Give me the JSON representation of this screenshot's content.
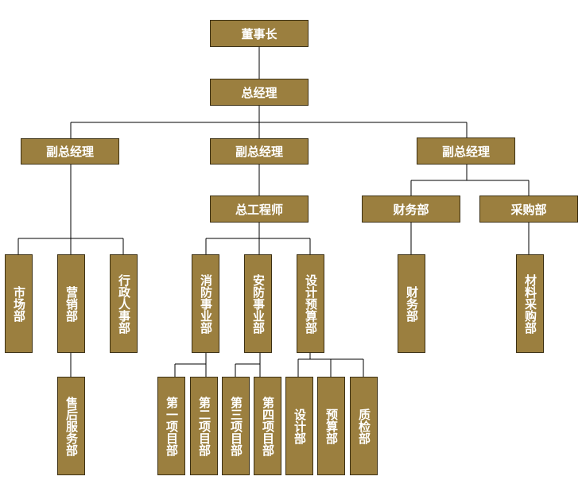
{
  "colors": {
    "box_fill": "#9b7f3f",
    "box_border": "#3b2f12",
    "text": "#ffffff",
    "line": "#000000"
  },
  "chart": {
    "chairman": "董事长",
    "gm": "总经理",
    "vgm_left": "副总经理",
    "vgm_center": "副总经理",
    "vgm_right": "副总经理",
    "chief_engineer": "总工程师",
    "finance_dept": "财务部",
    "purchase_dept": "采购部",
    "market": "市场部",
    "sales": "营销部",
    "admin_hr": "行政人事部",
    "after_sales": "售后服务部",
    "fire_business": "消防事业部",
    "security_business": "安防事业部",
    "design_budget": "设计预算部",
    "project1": "第一项目部",
    "project2": "第二项目部",
    "project3": "第三项目部",
    "project4": "第四项目部",
    "design": "设计部",
    "budget": "预算部",
    "quality": "质检部",
    "finance": "财务部",
    "material_purchase": "材料采购部"
  }
}
